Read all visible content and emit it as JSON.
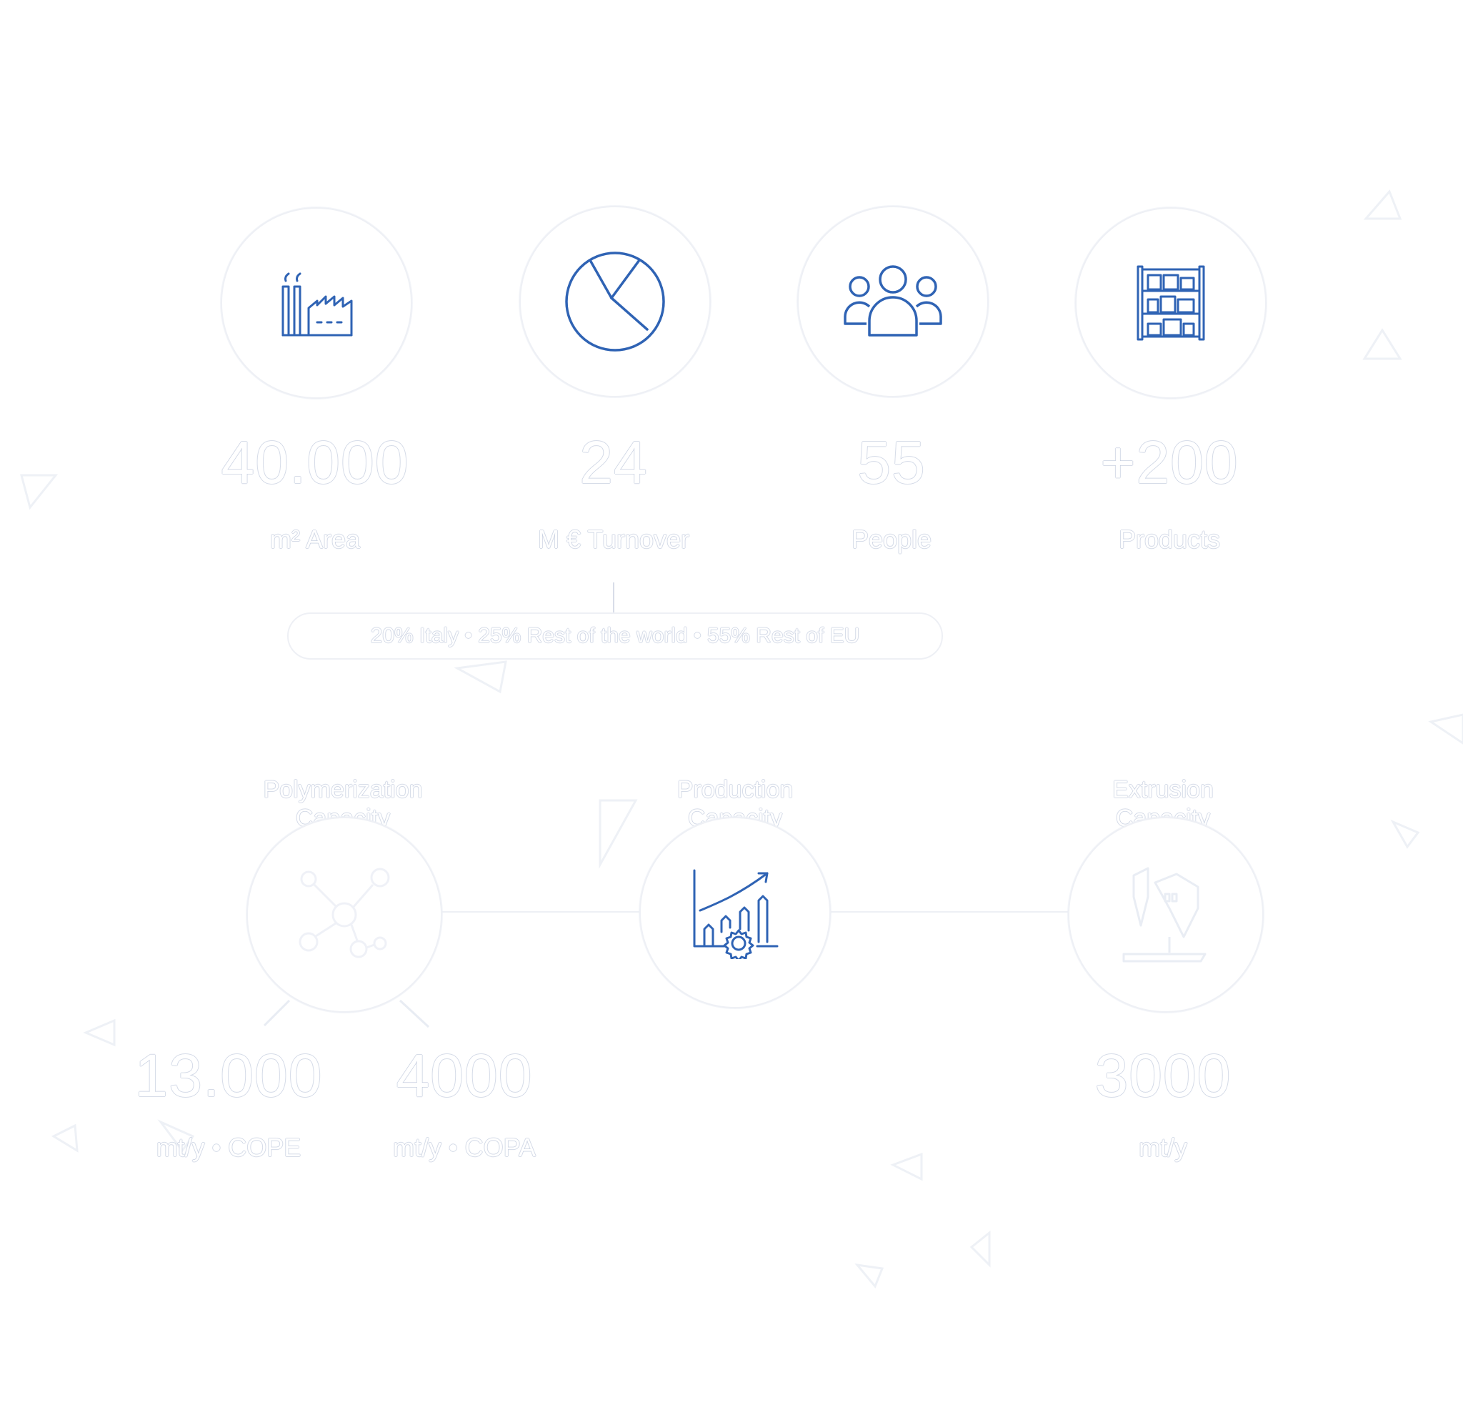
{
  "stats": [
    {
      "value": "40.000",
      "label": "m² Area",
      "icon": "factory-icon"
    },
    {
      "value": "24",
      "label": "M € Turnover",
      "icon": "pie-chart-icon"
    },
    {
      "value": "55",
      "label": "People",
      "icon": "people-icon"
    },
    {
      "value": "+200",
      "label": "Products",
      "icon": "warehouse-shelf-icon"
    }
  ],
  "turnover_breakdown": "20% Italy • 25% Rest of the world • 55% Rest of EU",
  "capacities": [
    {
      "title": "Polymerization\nCapacity",
      "icon": "molecule-icon",
      "values": [
        {
          "value": "13.000",
          "label": "mt/y • COPE"
        },
        {
          "value": "4000",
          "label": "mt/y • COPA"
        }
      ]
    },
    {
      "title": "Production\nCapacity",
      "icon": "growth-chart-gear-icon",
      "values": []
    },
    {
      "title": "Extrusion\nCapacity",
      "icon": "extrusion-icon",
      "values": [
        {
          "value": "3000",
          "label": "mt/y"
        }
      ]
    }
  ],
  "colors": {
    "icon_blue": "#2f63b4",
    "outline": "#dde2ec",
    "background": "#ffffff"
  }
}
